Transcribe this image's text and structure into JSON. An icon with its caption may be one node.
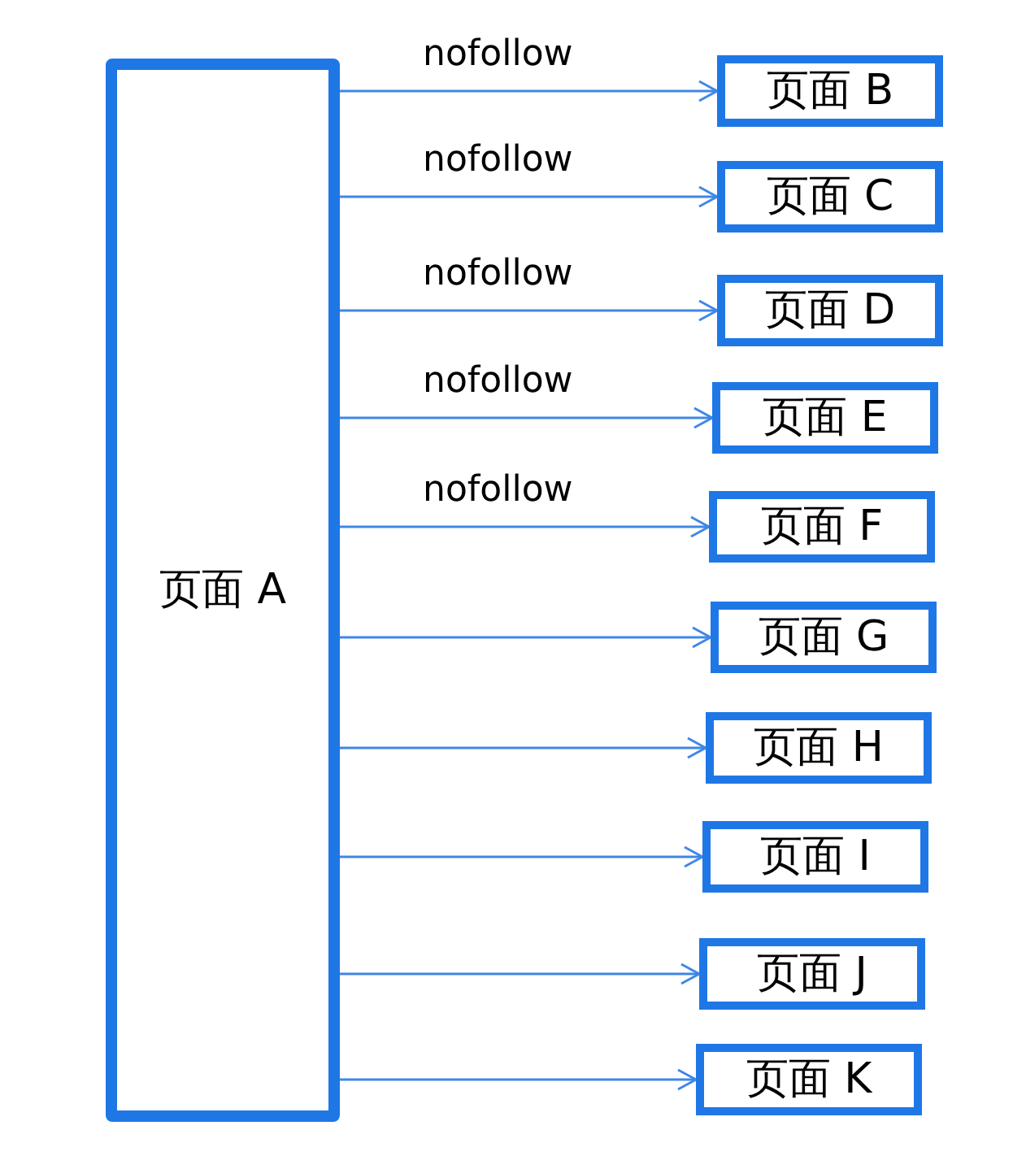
{
  "diagram": {
    "nodes": [
      {
        "text": [
          "页面 A"
        ]
      },
      {
        "text": [
          "页面 B"
        ]
      },
      {
        "text": [
          "页面 C"
        ]
      },
      {
        "text": [
          "页面 D"
        ]
      },
      {
        "text": [
          "页面 E"
        ]
      },
      {
        "text": [
          "页面 F"
        ]
      },
      {
        "text": [
          "页面 G"
        ]
      },
      {
        "text": [
          "页面 H"
        ]
      },
      {
        "text": [
          "页面 I"
        ]
      },
      {
        "text": [
          "页面 J"
        ]
      },
      {
        "text": [
          "页面 K"
        ]
      }
    ],
    "edges": [
      {
        "from": 0,
        "to": 1,
        "arrow": "to",
        "label": "nofollow"
      },
      {
        "from": 0,
        "to": 2,
        "arrow": "to",
        "label": "nofollow"
      },
      {
        "from": 0,
        "to": 3,
        "arrow": "to",
        "label": "nofollow"
      },
      {
        "from": 0,
        "to": 4,
        "arrow": "to",
        "label": "nofollow"
      },
      {
        "from": 0,
        "to": 5,
        "arrow": "to",
        "label": "nofollow"
      },
      {
        "from": 0,
        "to": 6,
        "arrow": "to"
      },
      {
        "from": 0,
        "to": 7,
        "arrow": "to"
      },
      {
        "from": 0,
        "to": 8,
        "arrow": "to"
      },
      {
        "from": 0,
        "to": 9,
        "arrow": "to"
      },
      {
        "from": 0,
        "to": 10,
        "arrow": "to"
      }
    ]
  }
}
